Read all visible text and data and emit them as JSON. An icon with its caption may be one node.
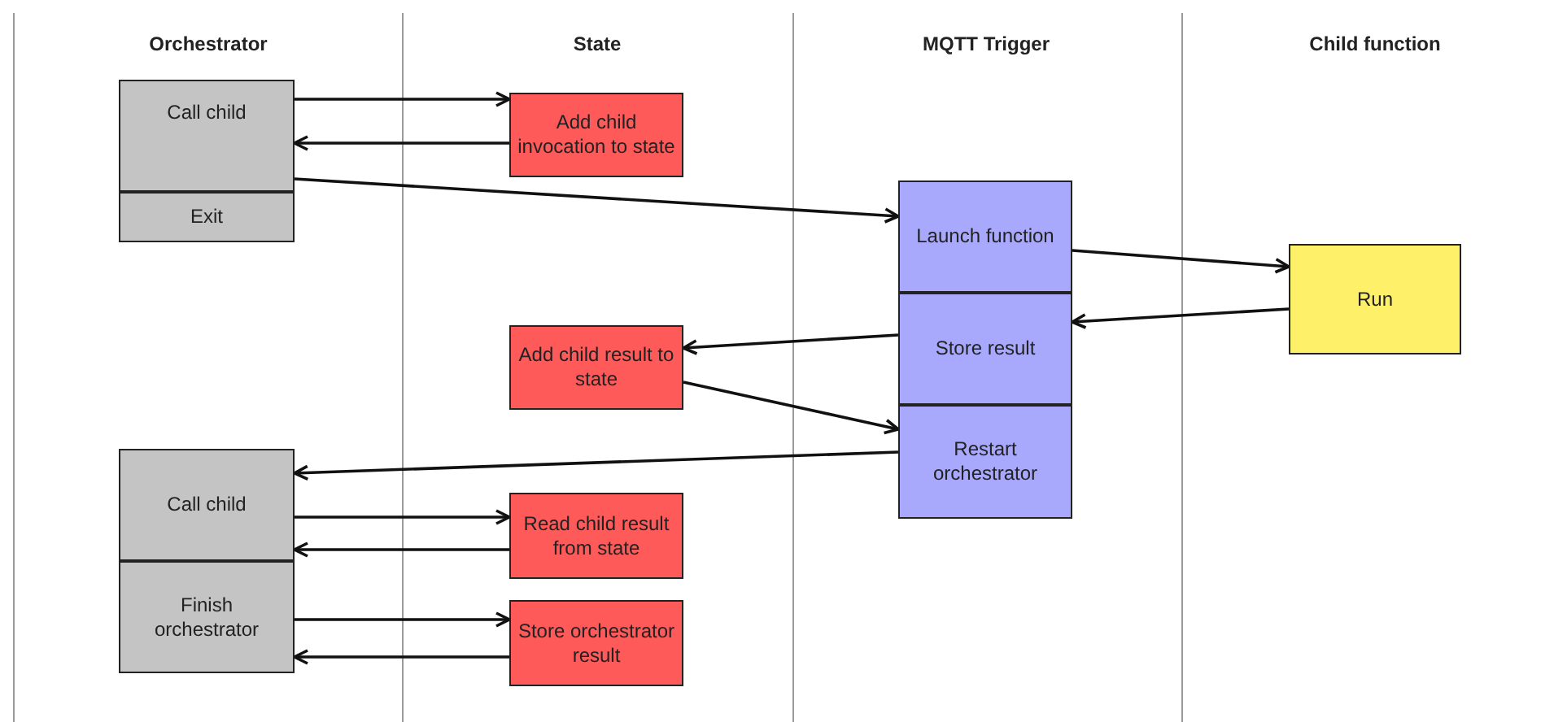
{
  "diagram": {
    "nodes": [
      {
        "text": [
          "Call child"
        ]
      },
      {
        "text": [
          "Exit"
        ]
      },
      {
        "text": [
          "Add child invocation to state"
        ]
      },
      {
        "text": [
          "Launch function"
        ]
      },
      {
        "text": [
          "Run"
        ]
      },
      {
        "text": [
          "Store result"
        ]
      },
      {
        "text": [
          "Add child result to state"
        ]
      },
      {
        "text": [
          "Restart orchestrator"
        ]
      },
      {
        "text": [
          "Call child"
        ]
      },
      {
        "text": [
          "Read child result from state"
        ]
      },
      {
        "text": [
          "Finish orchestrator"
        ]
      },
      {
        "text": [
          "Store orchestrator result"
        ]
      }
    ],
    "edges": [
      {
        "from": 0,
        "to": 2,
        "arrow": "to"
      },
      {
        "from": 2,
        "to": 0,
        "arrow": "to"
      },
      {
        "from": 0,
        "to": 3,
        "arrow": "to"
      },
      {
        "from": 3,
        "to": 4,
        "arrow": "to"
      },
      {
        "from": 4,
        "to": 5,
        "arrow": "to"
      },
      {
        "from": 5,
        "to": 6,
        "arrow": "to"
      },
      {
        "from": 6,
        "to": 7,
        "arrow": "to"
      },
      {
        "from": 7,
        "to": 8,
        "arrow": "to"
      },
      {
        "from": 8,
        "to": 9,
        "arrow": "to"
      },
      {
        "from": 9,
        "to": 8,
        "arrow": "to"
      },
      {
        "from": 10,
        "to": 11,
        "arrow": "to"
      },
      {
        "from": 11,
        "to": 10,
        "arrow": "to"
      }
    ],
    "labels": [
      "Orchestrator",
      "State",
      "MQTT Trigger",
      "Child function"
    ]
  }
}
